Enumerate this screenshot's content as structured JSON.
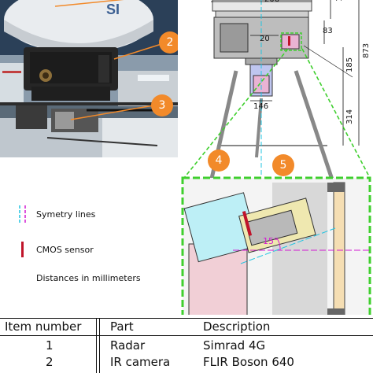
{
  "callouts": {
    "c2": "2",
    "c3": "3",
    "c4": "4",
    "c5": "5"
  },
  "callout_color": "#f28a2a",
  "drawing": {
    "dims": {
      "d_top": "206",
      "d_146_top": "146",
      "d_83": "83",
      "d_20": "20",
      "d_185": "185",
      "d_873": "873",
      "d_146_bottom": "146",
      "d_314": "314",
      "angle": "15°"
    }
  },
  "legend": {
    "symmetry": "Symetry lines",
    "cmos": "CMOS sensor",
    "distances": "Distances in millimeters"
  },
  "colors": {
    "symmetry_cyan": "#21c4e0",
    "symmetry_magenta": "#d21ad2",
    "cmos_red": "#c0142a",
    "detail_border": "#3fcf2e"
  },
  "table": {
    "headers": [
      "Item number",
      "Part",
      "Description"
    ],
    "rows": [
      [
        "1",
        "Radar",
        "Simrad 4G"
      ],
      [
        "2",
        "IR camera",
        "FLIR Boson 640"
      ]
    ]
  }
}
